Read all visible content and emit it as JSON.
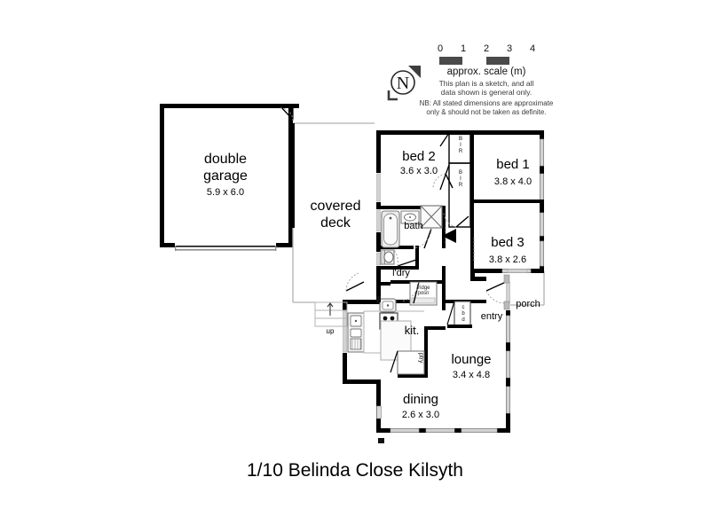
{
  "title": "1/10 Belinda Close Kilsyth",
  "compass": {
    "letter": "N",
    "icon": "north-arrow-icon"
  },
  "scale": {
    "ticks": [
      "0",
      "1",
      "2",
      "3",
      "4"
    ],
    "caption": "approx. scale (m)",
    "bar_segments": [
      "dark",
      "light",
      "dark",
      "light"
    ]
  },
  "disclaimer": {
    "line1": "This plan is a sketch, and all",
    "line2": "data shown is general only.",
    "line3": "NB: All stated dimensions are approximate",
    "line4": "only & should not be taken as definite."
  },
  "rooms": [
    {
      "id": "garage",
      "name": "double",
      "name2": "garage",
      "dim": "5.9 x 6.0"
    },
    {
      "id": "deck",
      "name": "covered",
      "name2": "deck",
      "dim": ""
    },
    {
      "id": "bed2",
      "name": "bed 2",
      "dim": "3.6 x 3.0"
    },
    {
      "id": "bed1",
      "name": "bed 1",
      "dim": "3.8 x 4.0"
    },
    {
      "id": "bed3",
      "name": "bed 3",
      "dim": "3.8 x 2.6"
    },
    {
      "id": "lounge",
      "name": "lounge",
      "dim": "3.4 x 4.8"
    },
    {
      "id": "dining",
      "name": "dining",
      "dim": "2.6 x 3.0"
    },
    {
      "id": "bath",
      "name": "bath",
      "dim": ""
    },
    {
      "id": "laundry",
      "name": "l'dry",
      "dim": ""
    },
    {
      "id": "kitchen",
      "name": "kit.",
      "dim": ""
    },
    {
      "id": "entry",
      "name": "entry",
      "dim": ""
    },
    {
      "id": "porch",
      "name": "porch",
      "dim": ""
    }
  ],
  "labels": {
    "bir_top": "B I R",
    "bir_bottom": "B I R",
    "fridge": "fridge\nposn",
    "fridge_line1": "fridge",
    "fridge_line2": "posn",
    "stairs_up": "up",
    "pantry": "ptry",
    "cupboard": "c b d"
  },
  "fixtures": [
    {
      "name": "bathtub-fixture"
    },
    {
      "name": "vanity-basin-fixture"
    },
    {
      "name": "shower-fixture"
    },
    {
      "name": "toilet-fixture"
    },
    {
      "name": "laundry-trough-fixture"
    },
    {
      "name": "cooktop-fixture"
    },
    {
      "name": "kitchen-sink-fixture"
    },
    {
      "name": "kitchen-island-fixture"
    },
    {
      "name": "fridge-space"
    },
    {
      "name": "stairs"
    }
  ],
  "colors": {
    "wall": "#000000",
    "thin_wall": "#9a9a9a",
    "window": "#c9c9c9",
    "fixture_outline": "#6f6f6f",
    "fixture_fill": "#f2f2f2",
    "text": "#000000",
    "note_text": "#3a3a3a",
    "background": "#ffffff"
  }
}
